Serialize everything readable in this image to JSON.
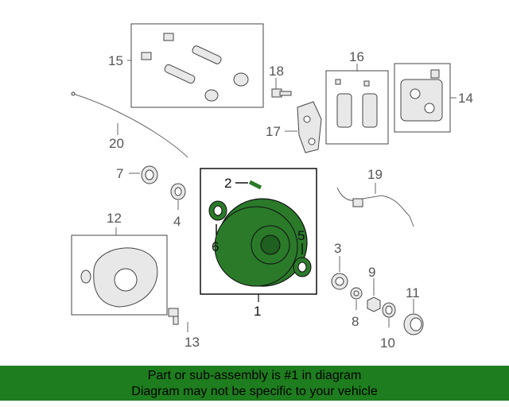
{
  "diagram": {
    "callouts": {
      "c1": "1",
      "c2": "2",
      "c3": "3",
      "c4": "4",
      "c5": "5",
      "c6": "6",
      "c7": "7",
      "c8": "8",
      "c9": "9",
      "c10": "10",
      "c11": "11",
      "c12": "12",
      "c13": "13",
      "c14": "14",
      "c15": "15",
      "c16": "16",
      "c17": "17",
      "c18": "18",
      "c19": "19",
      "c20": "20"
    },
    "highlight_color": "#2a7a2a",
    "line_color": "#555555"
  },
  "footer": {
    "line1": "Part or sub-assembly is #1 in diagram",
    "line2": "Diagram may not be specific to your vehicle",
    "background": "#1e7d1e"
  }
}
